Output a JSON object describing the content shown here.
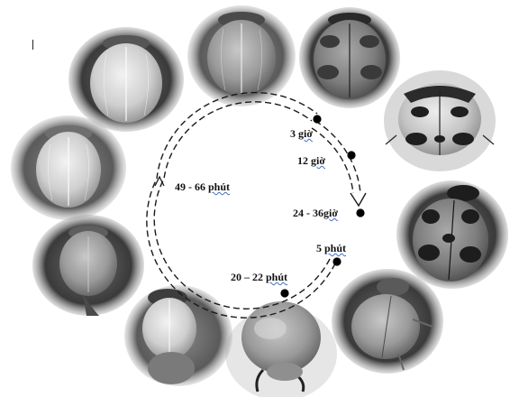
{
  "figure": {
    "type": "ladybird-elytra-coloration-cycle",
    "photo_count": 10,
    "stages": [
      {
        "num": "3",
        "unit": "giờ"
      },
      {
        "num": "12",
        "unit": "giờ"
      },
      {
        "num": "24 - 36",
        "unit": "giờ"
      },
      {
        "num": "5",
        "unit": "phút"
      },
      {
        "num": "20 – 22",
        "unit": "phút"
      },
      {
        "num": "49 - 66",
        "unit": "phút"
      }
    ],
    "colors": {
      "arrow": "#1a1a1a",
      "dot": "#000000",
      "photo_bg_dark": "#2a2a2a",
      "photo_bg_light": "#9a9a9a",
      "squiggle_underline": "#3a6fd1"
    }
  }
}
